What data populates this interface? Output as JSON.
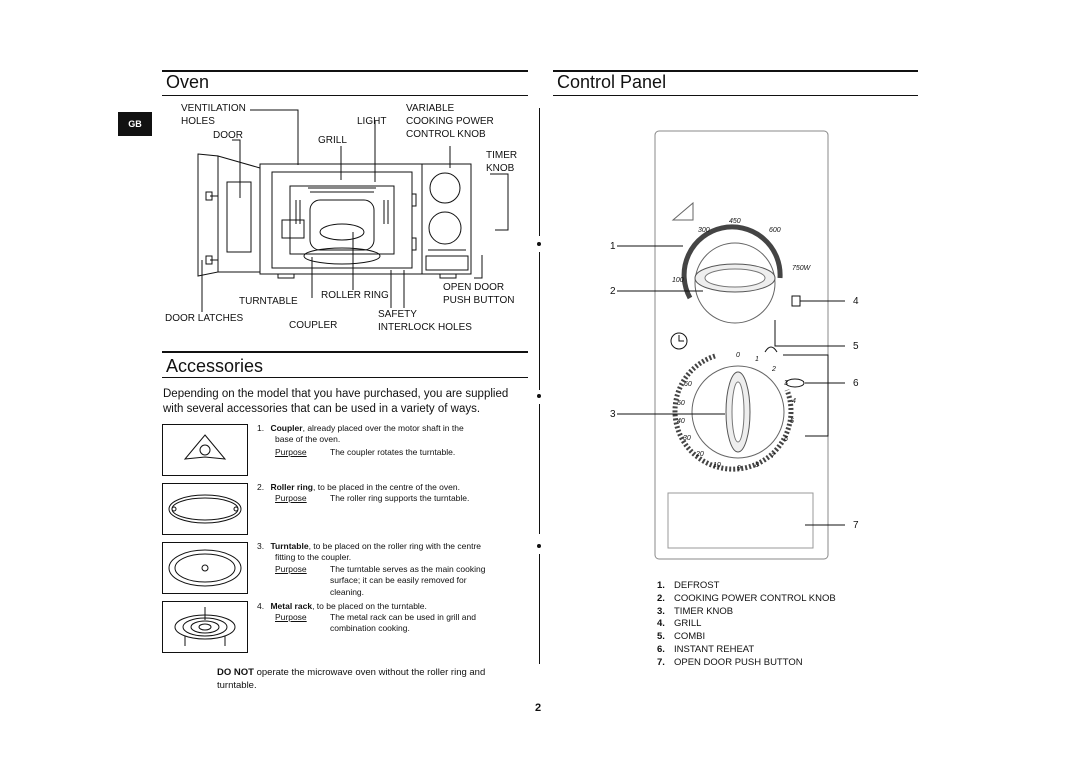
{
  "headings": {
    "oven": "Oven",
    "control_panel": "Control Panel",
    "accessories": "Accessories"
  },
  "lang_tab": "GB",
  "oven_labels": {
    "ventilation": "VENTILATION",
    "holes": "HOLES",
    "door": "DOOR",
    "light": "LIGHT",
    "grill": "GRILL",
    "variable": "VARIABLE",
    "cooking_power": "COOKING POWER",
    "control_knob": "CONTROL KNOB",
    "timer": "TIMER",
    "knob": "KNOB",
    "open_door": "OPEN DOOR",
    "push_button": "PUSH BUTTON",
    "roller_ring": "ROLLER RING",
    "turntable": "TURNTABLE",
    "door_latches": "DOOR LATCHES",
    "coupler": "COUPLER",
    "safety": "SAFETY",
    "interlock_holes": "INTERLOCK HOLES"
  },
  "accessories": {
    "intro_line1": "Depending on the model that you have purchased, you are supplied",
    "intro_line2": "with several accessories that can be used in a variety of ways.",
    "purpose_label": "Purpose",
    "items": [
      {
        "num": "1.",
        "name": "Coupler",
        "desc1": ", already placed over the motor shaft in the",
        "desc2": "base of the oven.",
        "purpose": [
          "The coupler rotates the turntable."
        ]
      },
      {
        "num": "2.",
        "name": "Roller ring",
        "desc1": ", to be placed in the centre of the oven.",
        "desc2": "",
        "purpose": [
          "The roller ring supports the turntable."
        ]
      },
      {
        "num": "3.",
        "name": "Turntable",
        "desc1": ", to be placed on the roller ring with the centre",
        "desc2": "fitting to the coupler.",
        "purpose": [
          "The turntable serves as the main cooking",
          "surface; it can be easily removed for",
          "cleaning."
        ]
      },
      {
        "num": "4.",
        "name": "Metal rack",
        "desc1": ", to be placed on the turntable.",
        "desc2": "",
        "purpose": [
          "The metal rack can be used in grill and",
          "combination cooking."
        ]
      }
    ],
    "warning_bold": "DO NOT",
    "warning_text1": " operate the microwave oven without the roller ring and",
    "warning_text2": "turntable."
  },
  "control_panel": {
    "callouts": [
      "1",
      "2",
      "3",
      "4",
      "5",
      "6",
      "7"
    ],
    "power_labels": [
      "100",
      "300",
      "450",
      "600",
      "750W"
    ],
    "timer_labels": [
      "0",
      "1",
      "2",
      "3",
      "4",
      "5",
      "6",
      "7",
      "8",
      "9",
      "10",
      "20",
      "30",
      "40",
      "50",
      "60"
    ],
    "legend": [
      {
        "num": "1.",
        "label": "DEFROST"
      },
      {
        "num": "2.",
        "label": "COOKING POWER CONTROL KNOB"
      },
      {
        "num": "3.",
        "label": "TIMER KNOB"
      },
      {
        "num": "4.",
        "label": "GRILL"
      },
      {
        "num": "5.",
        "label": "COMBI"
      },
      {
        "num": "6.",
        "label": "INSTANT REHEAT"
      },
      {
        "num": "7.",
        "label": "OPEN DOOR PUSH BUTTON"
      }
    ]
  },
  "page_number": "2"
}
